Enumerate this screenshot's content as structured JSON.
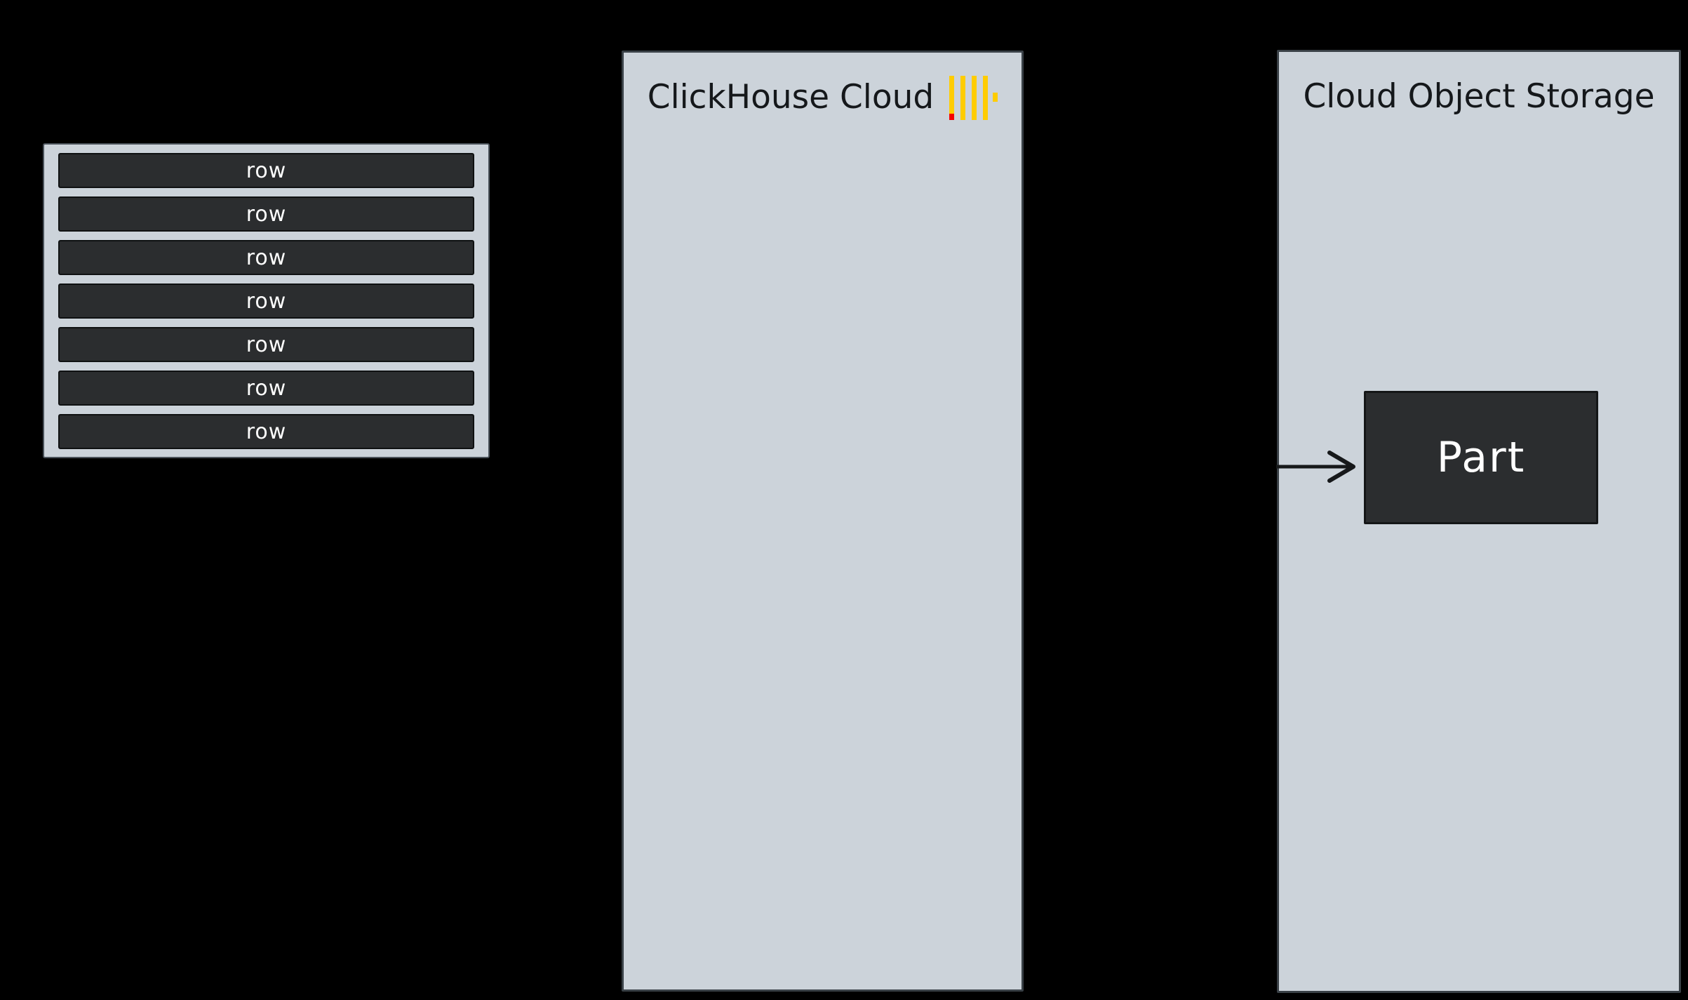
{
  "colors": {
    "background": "#000000",
    "panel_fill": "#ccd3da",
    "panel_stroke": "#3a4147",
    "container_stroke": "#4a525a",
    "row_fill": "#2b2d2f",
    "row_stroke": "#0f1112",
    "row_text": "#ffffff",
    "title_text": "#15181b",
    "part_fill": "#2b2d2f",
    "part_stroke": "#141617",
    "part_text": "#ffffff",
    "logo_yellow": "#ffcc00",
    "logo_red": "#f50000",
    "arrow": "#16181a"
  },
  "rows_block": {
    "items": [
      {
        "label": "row"
      },
      {
        "label": "row"
      },
      {
        "label": "row"
      },
      {
        "label": "row"
      },
      {
        "label": "row"
      },
      {
        "label": "row"
      },
      {
        "label": "row"
      }
    ]
  },
  "clickhouse_panel": {
    "title": "ClickHouse Cloud",
    "logo_icon": "clickhouse-logo"
  },
  "storage_panel": {
    "title": "Cloud Object Storage",
    "part": {
      "label": "Part"
    }
  }
}
